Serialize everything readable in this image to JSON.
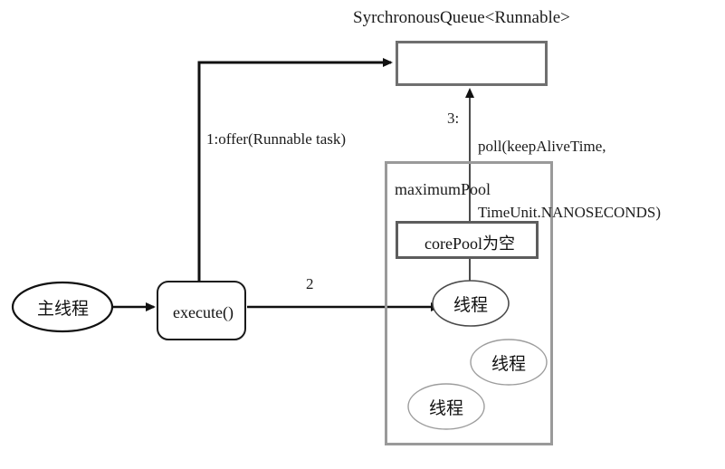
{
  "diagram": {
    "title": "ThreadPoolExecutor SynchronousQueue flow",
    "queue": {
      "title": "SyrchronousQueue<Runnable>",
      "content": ""
    },
    "pools": {
      "maximum_pool_label": "maximumPool",
      "core_pool_label": "corePool为空"
    },
    "nodes": {
      "main_thread": "主线程",
      "execute": "execute()",
      "thread1": "线程",
      "thread2": "线程",
      "thread3": "线程"
    },
    "edges": {
      "offer": "1:offer(Runnable task)",
      "step2": "2",
      "step3": "3:",
      "poll_line1": "poll(keepAliveTime,",
      "poll_line2": "TimeUnit.NANOSECONDS)"
    },
    "colors": {
      "stroke_dark": "#1a1a1a",
      "stroke_gray": "#6f6f6f",
      "stroke_light_gray": "#9a9a9a",
      "background": "#ffffff"
    }
  }
}
